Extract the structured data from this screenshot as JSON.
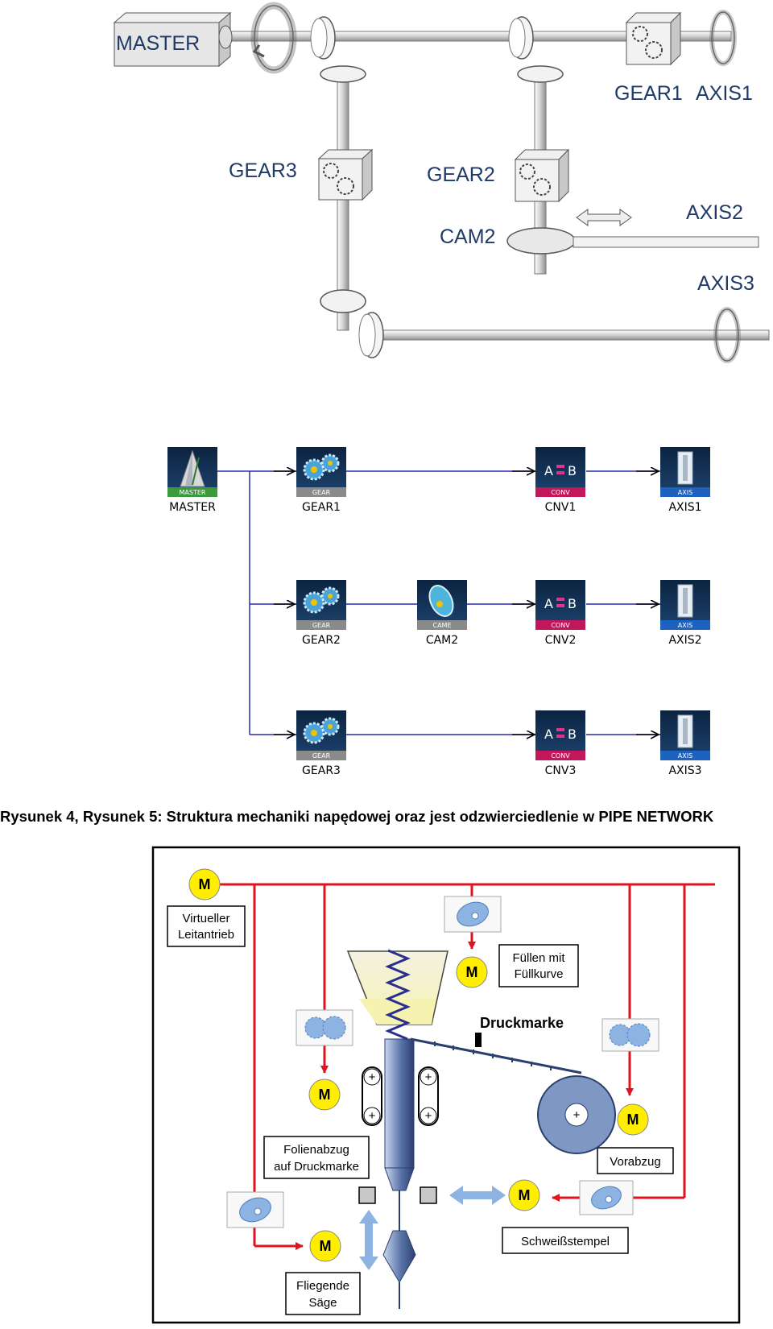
{
  "mechanics": {
    "labels": {
      "master": "MASTER",
      "gear1": "GEAR1",
      "axis1": "AXIS1",
      "gear3": "GEAR3",
      "gear2": "GEAR2",
      "axis2": "AXIS2",
      "cam2": "CAM2",
      "axis3": "AXIS3"
    }
  },
  "pipe_network": {
    "tags": {
      "master": "MASTER",
      "gear": "GEAR",
      "came": "CAME",
      "conv": "CONV",
      "axis": "AXIS"
    },
    "nodes": {
      "master": "MASTER",
      "gear1": "GEAR1",
      "cnv1": "CNV1",
      "axis1": "AXIS1",
      "gear2": "GEAR2",
      "cam2": "CAM2",
      "cnv2": "CNV2",
      "axis2": "AXIS2",
      "gear3": "GEAR3",
      "cnv3": "CNV3",
      "axis3": "AXIS3"
    },
    "conv_a": "A",
    "conv_b": "B"
  },
  "caption": "Rysunek 4, Rysunek 5: Struktura mechaniki napędowej oraz jest odzwierciedlenie w PIPE NETWORK",
  "machine": {
    "motor_letter": "M",
    "plus": "+",
    "virtueller_1": "Virtueller",
    "virtueller_2": "Leitantrieb",
    "fuellen_1": "Füllen mit",
    "fuellen_2": "Füllkurve",
    "druckmarke": "Druckmarke",
    "folien_1": "Folienabzug",
    "folien_2": "auf Druckmarke",
    "vorabzug": "Vorabzug",
    "schweiss": "Schweißstempel",
    "saege_1": "Fliegende",
    "saege_2": "Säge"
  },
  "colors": {
    "mech_label": "#1f3a68",
    "wire": "#1a1aa0",
    "red": "#e0141e",
    "motor": "#ffee00",
    "light_blue": "#8db3e2",
    "roll": "#7f97c3",
    "icon_bg": "#0e2a4a"
  },
  "icons": [
    "gear-icon",
    "cam-icon",
    "motor-icon",
    "metronome-icon",
    "axis-icon",
    "converter-icon"
  ]
}
